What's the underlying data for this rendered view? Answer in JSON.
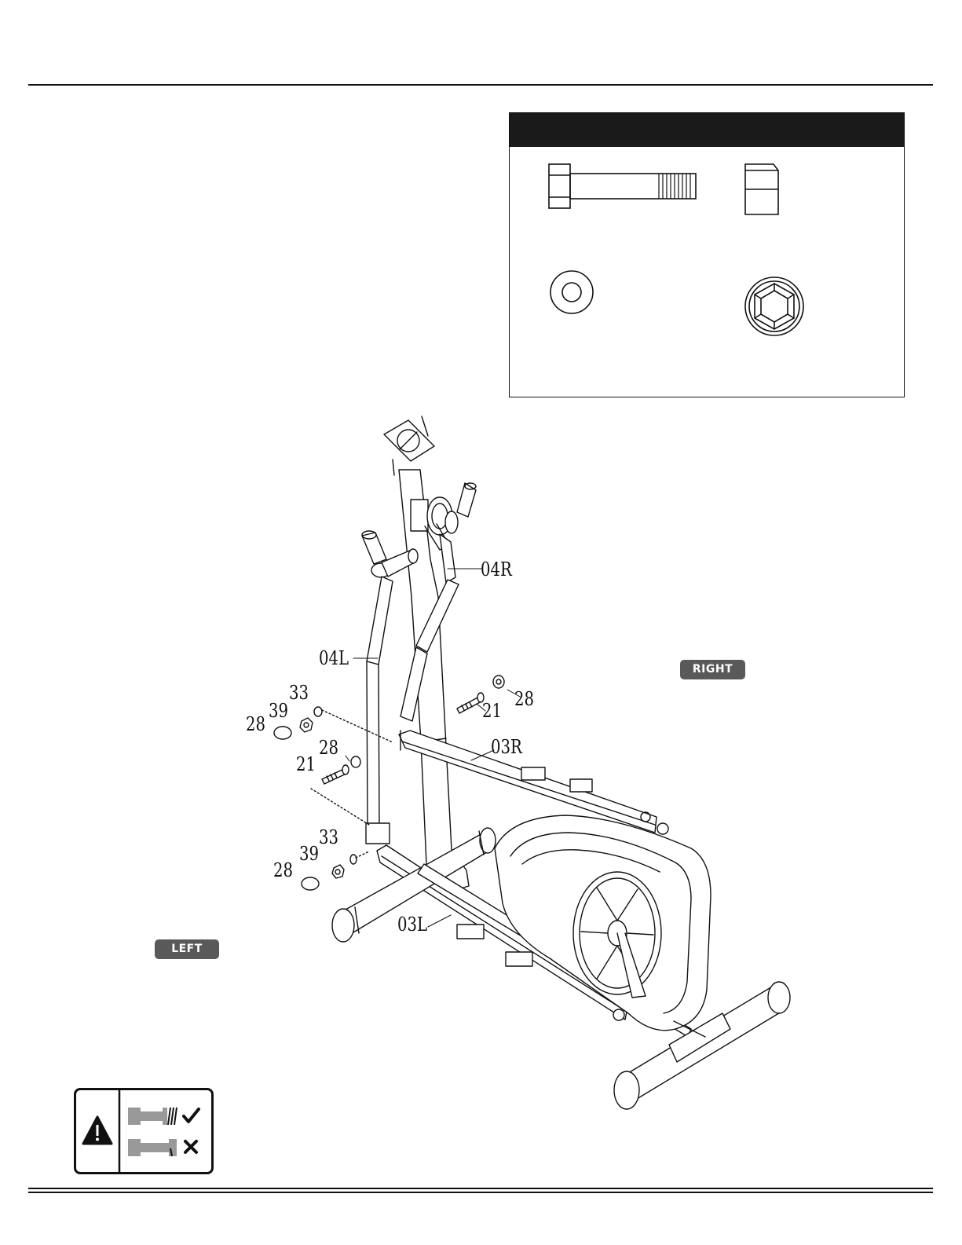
{
  "hardware_box": {
    "parts": [
      {
        "icon": "hex-bolt-icon"
      },
      {
        "icon": "hex-nut-icon"
      },
      {
        "icon": "flat-washer-icon"
      },
      {
        "icon": "cap-nut-top-view-icon"
      }
    ]
  },
  "callouts": {
    "handle_right": "04R",
    "handle_left": "04L",
    "link_right": "03R",
    "link_left": "03L",
    "upper_left_washer": "33",
    "upper_left_nut": "39",
    "upper_left_cap": "28",
    "mid_left_cap": "28",
    "mid_left_bolt": "21",
    "lower_left_washer": "33",
    "lower_left_nut": "39",
    "lower_left_cap": "28",
    "right_bolt": "21",
    "right_cap": "28"
  },
  "side_labels": {
    "right": "RIGHT",
    "left": "LEFT"
  },
  "warning_box": {
    "icon": "warning-triangle-icon",
    "correct_icon": "checkmark-icon",
    "wrong_icon": "cross-icon"
  },
  "colors": {
    "ink": "#111111",
    "tag_fill": "#595959",
    "header_fill": "#1a1a1a",
    "bolt_gray": "#999999"
  }
}
